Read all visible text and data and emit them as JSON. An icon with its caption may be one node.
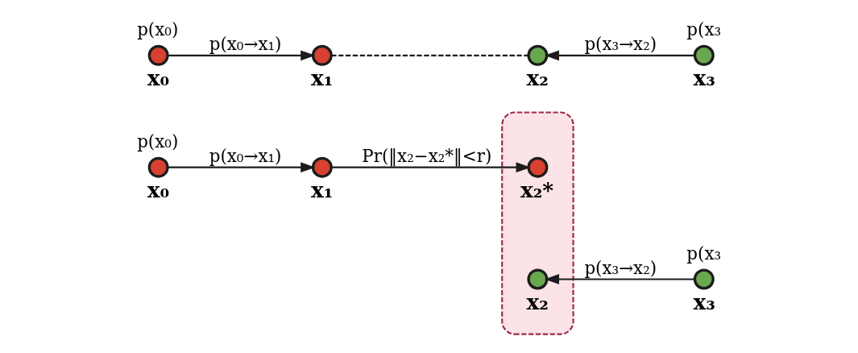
{
  "diagram": {
    "nodes": [
      {
        "text": [],
        "shape": "circle",
        "beside": [
          "p(x₀)",
          "x₀"
        ]
      },
      {
        "text": [],
        "shape": "circle",
        "beside": [
          "x₁"
        ]
      },
      {
        "text": [],
        "shape": "circle",
        "beside": [
          "x₂"
        ]
      },
      {
        "text": [],
        "shape": "circle",
        "beside": [
          "p(x₃",
          "x₃"
        ]
      },
      {
        "text": [],
        "shape": "circle",
        "beside": [
          "p(x₀)",
          "x₀"
        ]
      },
      {
        "text": [],
        "shape": "circle",
        "beside": [
          "x₁"
        ]
      },
      {
        "text": [],
        "shape": "ellipse"
      },
      {
        "text": [],
        "shape": "circle",
        "beside": [
          "x₂*"
        ],
        "in": 6
      },
      {
        "text": [],
        "shape": "circle",
        "beside": [
          "x₂"
        ],
        "in": 6
      },
      {
        "text": [],
        "shape": "circle",
        "beside": [
          "p(x₃",
          "x₃"
        ]
      }
    ],
    "edges": [
      {
        "from": 0,
        "to": 1,
        "arrow": "to",
        "label": "p(x₀→x₁)"
      },
      {
        "from": 1,
        "to": 2,
        "arrow": "none",
        "style": "dashed"
      },
      {
        "from": 3,
        "to": 2,
        "arrow": "to",
        "label": "p(x₃→x₂)"
      },
      {
        "from": 4,
        "to": 5,
        "arrow": "to",
        "label": "p(x₀→x₁)"
      },
      {
        "from": 5,
        "to": 7,
        "arrow": "to",
        "label": "Pr(‖x₂−x₂*‖<r)"
      },
      {
        "from": 9,
        "to": 8,
        "arrow": "to",
        "label": "p(x₃→x₂)"
      }
    ]
  }
}
